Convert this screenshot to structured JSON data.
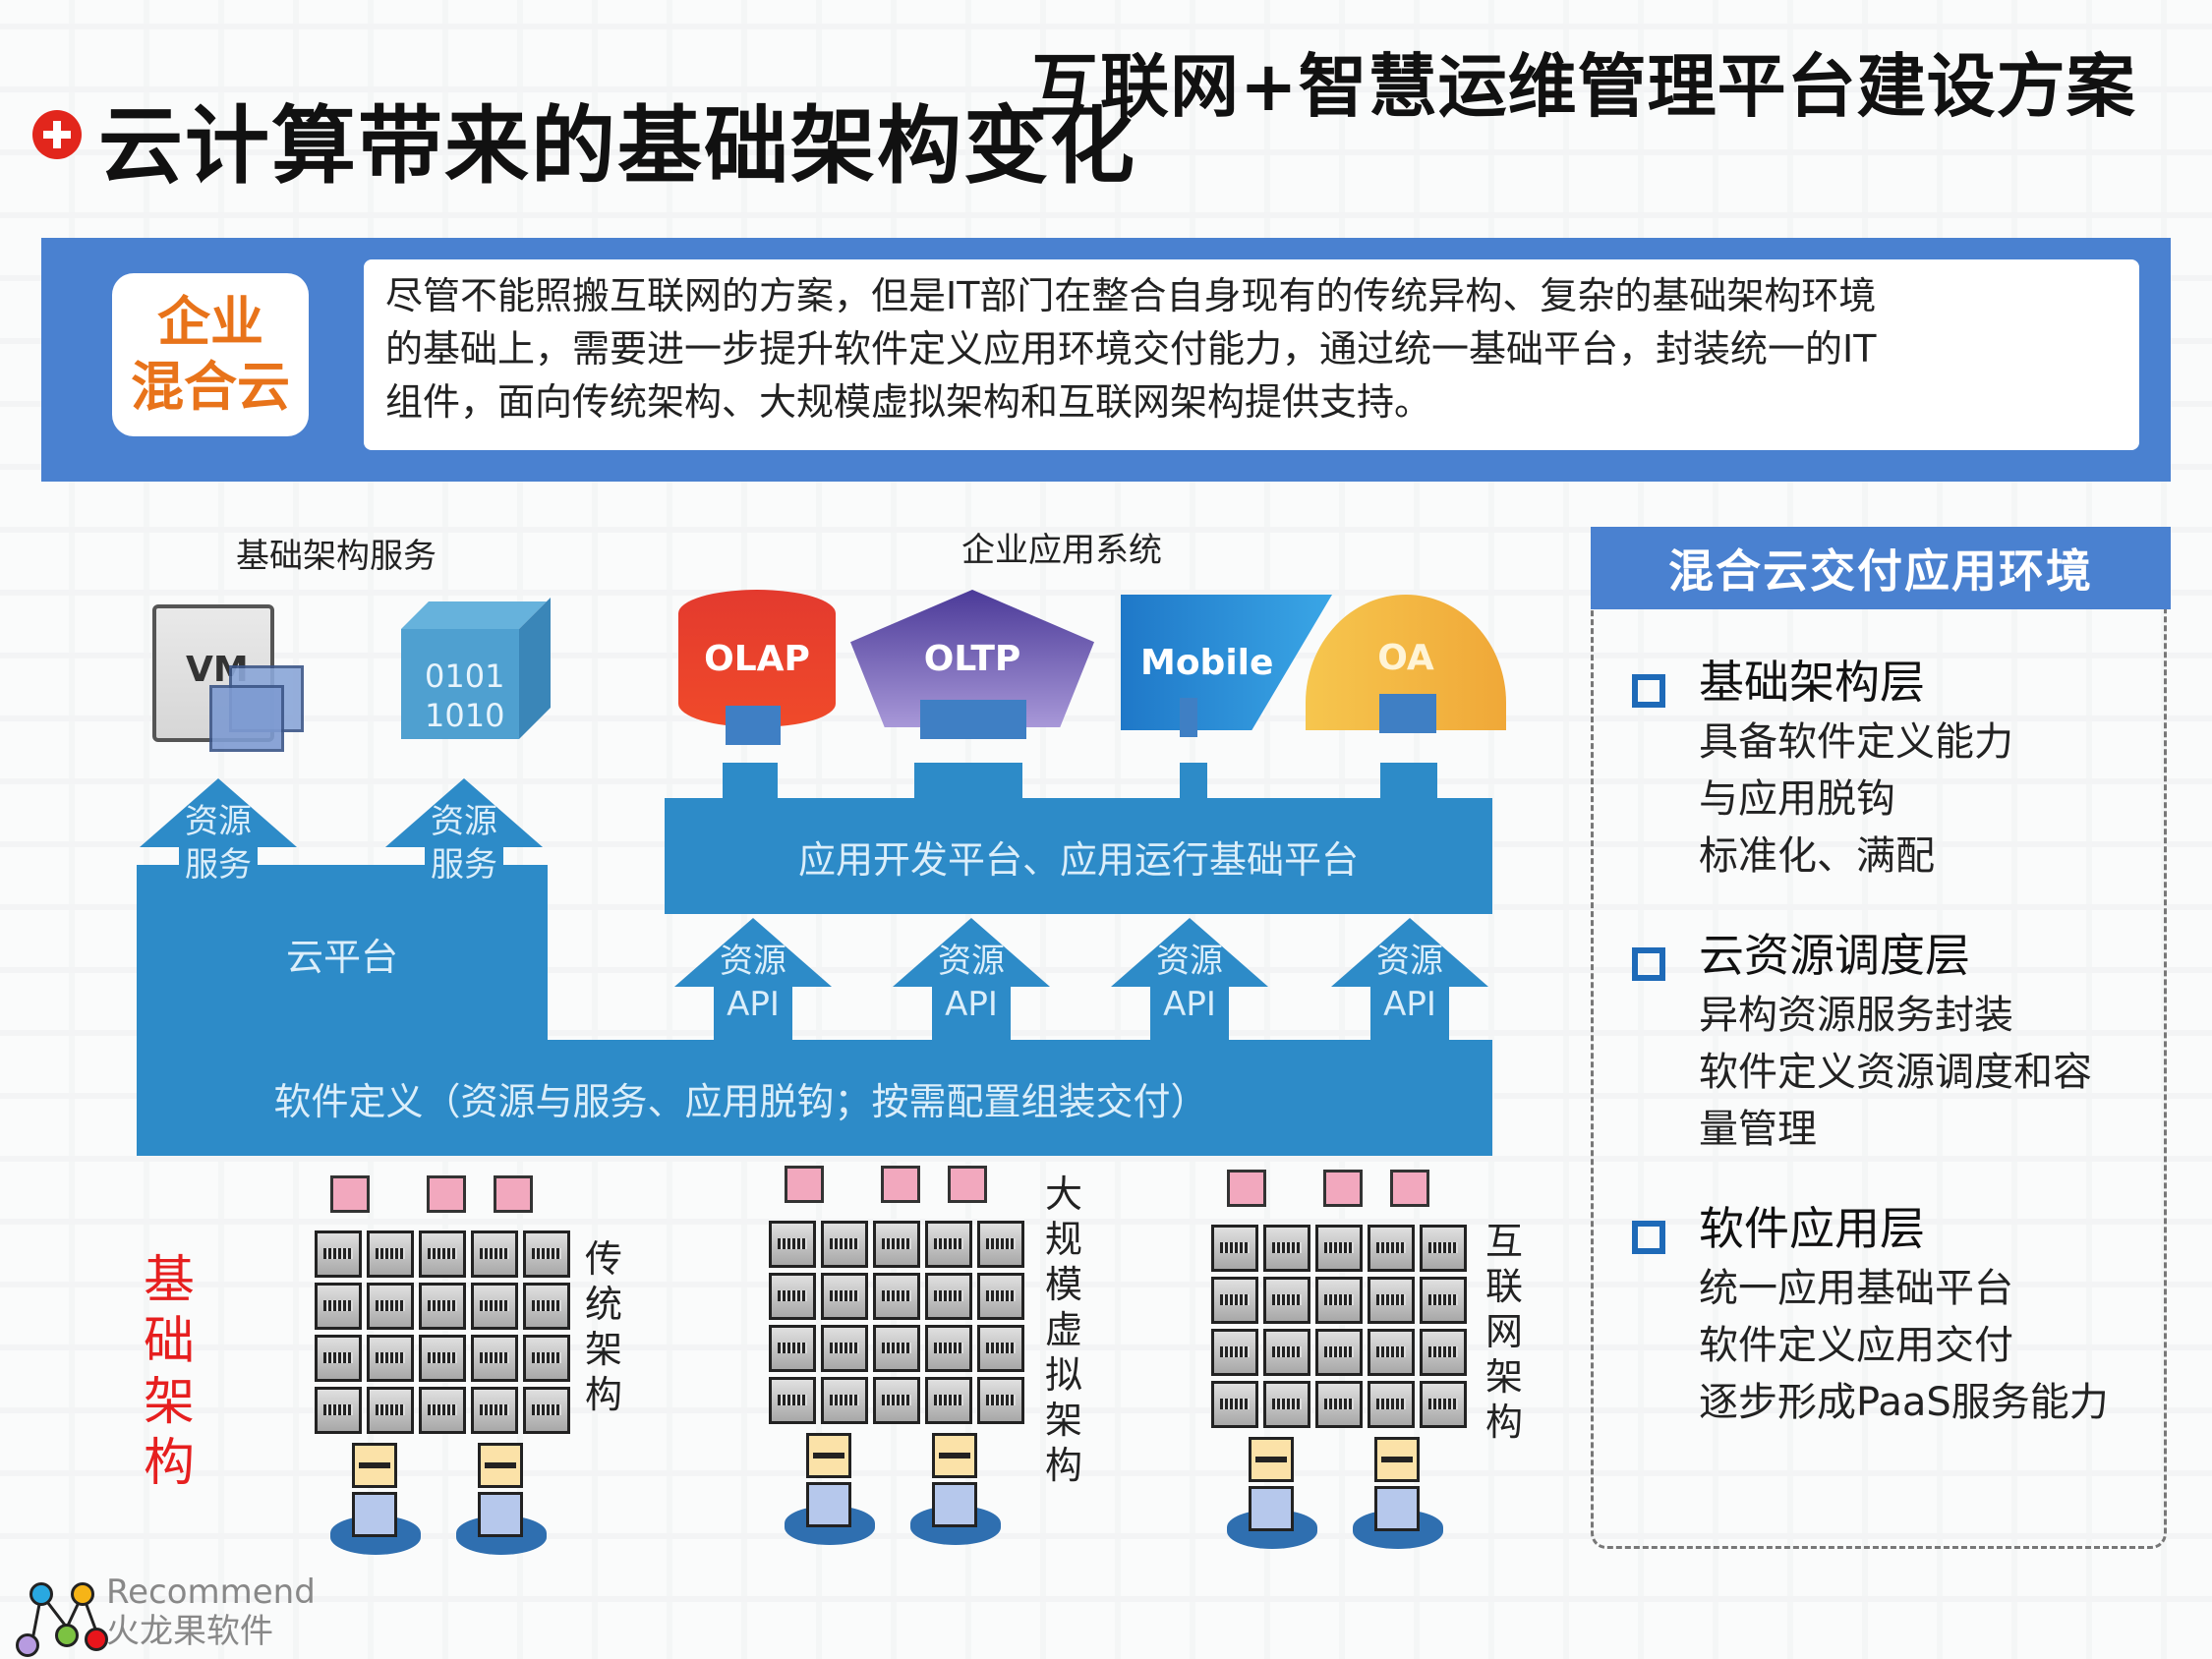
{
  "header": {
    "doc_title": "互联网+智慧运维管理平台建设方案",
    "slide_title": "云计算带来的基础架构变化"
  },
  "banner": {
    "tag_line1": "企业",
    "tag_line2": "混合云",
    "text_lines": [
      "尽管不能照搬互联网的方案，但是IT部门在整合自身现有的传统异构、复杂的基础架构环境",
      "的基础上，需要进一步提升软件定义应用环境交付能力，通过统一基础平台，封装统一的IT",
      "组件，面向传统架构、大规模虚拟架构和互联网架构提供支持。"
    ]
  },
  "diagram": {
    "infra_services_label": "基础架构服务",
    "vm_label": "VM",
    "binary_line1": "0101",
    "binary_line2": "1010",
    "enterprise_apps_label": "企业应用系统",
    "apps": [
      "OLAP",
      "OLTP",
      "Mobile",
      "OA"
    ],
    "service_arrows": [
      {
        "line1": "资源",
        "line2": "服务"
      },
      {
        "line1": "资源",
        "line2": "服务"
      }
    ],
    "app_platform": "应用开发平台、应用运行基础平台",
    "cloud_platform": "云平台",
    "api_arrows": [
      {
        "line1": "资源",
        "line2": "API"
      },
      {
        "line1": "资源",
        "line2": "API"
      },
      {
        "line1": "资源",
        "line2": "API"
      },
      {
        "line1": "资源",
        "line2": "API"
      }
    ],
    "software_defined": "软件定义（资源与服务、应用脱钩；按需配置组装交付）",
    "infra_label": [
      "基",
      "础",
      "架",
      "构"
    ],
    "clusters": [
      {
        "label": [
          "传",
          "统",
          "架",
          "构"
        ]
      },
      {
        "label": [
          "大",
          "规",
          "模",
          "虚",
          "拟",
          "架",
          "构"
        ]
      },
      {
        "label": [
          "互",
          "联",
          "网",
          "架",
          "构"
        ]
      }
    ]
  },
  "right_panel": {
    "header": "混合云交付应用环境",
    "sections": [
      {
        "title": "基础架构层",
        "lines": [
          "具备软件定义能力",
          "与应用脱钩",
          "标准化、满配"
        ]
      },
      {
        "title": "云资源调度层",
        "lines": [
          "异构资源服务封装",
          "软件定义资源调度和容",
          "量管理"
        ]
      },
      {
        "title": "软件应用层",
        "lines": [
          "统一应用基础平台",
          "软件定义应用交付",
          "逐步形成PaaS服务能力"
        ]
      }
    ]
  },
  "footer": {
    "logo_en": "Recommend",
    "logo_cn": "火龙果软件"
  },
  "colors": {
    "accent_blue": "#4a81d0",
    "diagram_blue": "#2d8bc8",
    "tag_orange": "#e8731a",
    "infra_red": "#e61f1f",
    "bullet_red": "#e2261c"
  }
}
